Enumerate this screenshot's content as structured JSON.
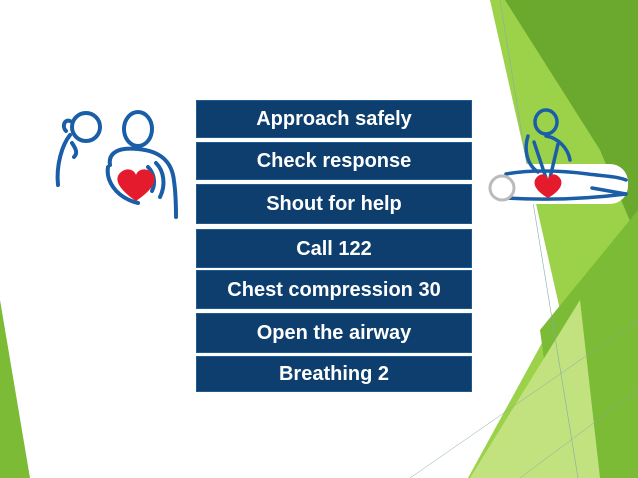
{
  "slide": {
    "steps": [
      {
        "label": "Approach safely"
      },
      {
        "label": "Check response"
      },
      {
        "label": "Shout for help"
      },
      {
        "label": "Call 122"
      },
      {
        "label": "Chest compression 30"
      },
      {
        "label": "Open the airway"
      },
      {
        "label": "Breathing 2"
      }
    ]
  },
  "colors": {
    "step_fill": "#0d3e6e",
    "icon_stroke": "#1a5ea8",
    "heart": "#e41b2d",
    "green_dark": "#6aa82e",
    "green_light": "#9cd24a"
  },
  "icons": {
    "left": "rescuer-checking-response-icon",
    "right": "cpr-chest-compression-icon"
  }
}
